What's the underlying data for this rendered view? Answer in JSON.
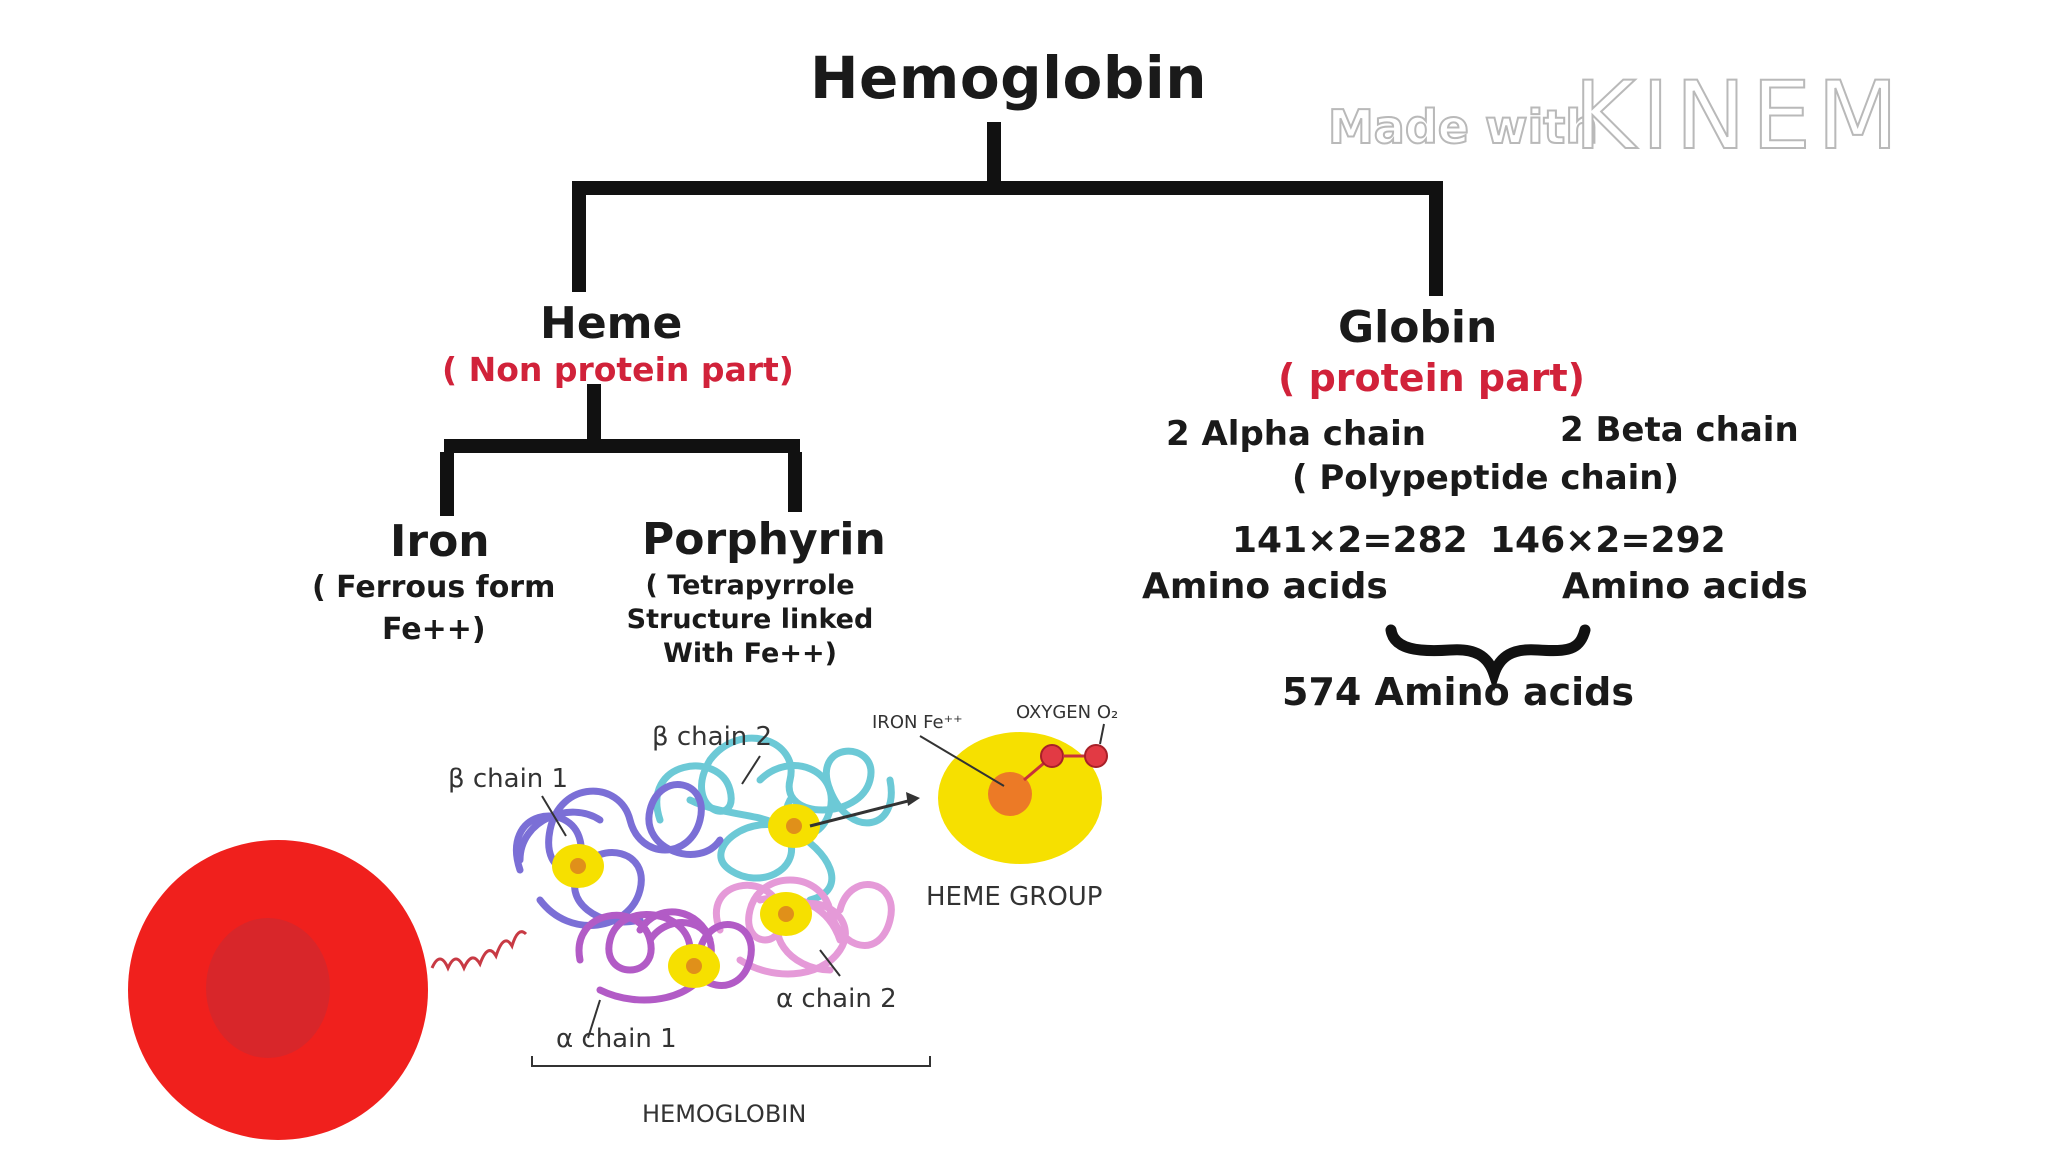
{
  "title": "Hemoglobin",
  "watermark": {
    "small": "Made with",
    "brand": "KINEM"
  },
  "heme": {
    "title": "Heme",
    "subtitle": "( Non protein part)",
    "iron": {
      "title": "Iron",
      "line1": "( Ferrous form",
      "line2": "Fe++)"
    },
    "porphyrin": {
      "title": "Porphyrin",
      "line1": "( Tetrapyrrole",
      "line2": "Structure linked",
      "line3": "With Fe++)"
    }
  },
  "globin": {
    "title": "Globin",
    "subtitle": "( protein part)",
    "alpha": "2 Alpha chain",
    "beta": "2 Beta chain",
    "polypeptide": "( Polypeptide chain)",
    "alpha_calc": "141×2=282",
    "beta_calc": "146×2=292",
    "amino_left": "Amino acids",
    "amino_right": "Amino acids",
    "total": "574 Amino acids"
  },
  "illustration": {
    "beta1": "β  chain 1",
    "beta2": "β  chain 2",
    "alpha1": "α  chain 1",
    "alpha2": "α  chain 2",
    "iron": "IRON Fe⁺⁺",
    "oxygen": "OXYGEN O₂",
    "heme_group": "HEME GROUP",
    "hemoglobin": "HEMOGLOBIN"
  },
  "colors": {
    "accent_red": "#d1223a",
    "rbc": "#f0201d",
    "heme_yellow": "#f6e000",
    "beta1_chain": "#7b6fd6",
    "beta2_chain": "#6cc9d6",
    "alpha1_chain": "#b25bc6",
    "alpha2_chain": "#e59ad8"
  }
}
